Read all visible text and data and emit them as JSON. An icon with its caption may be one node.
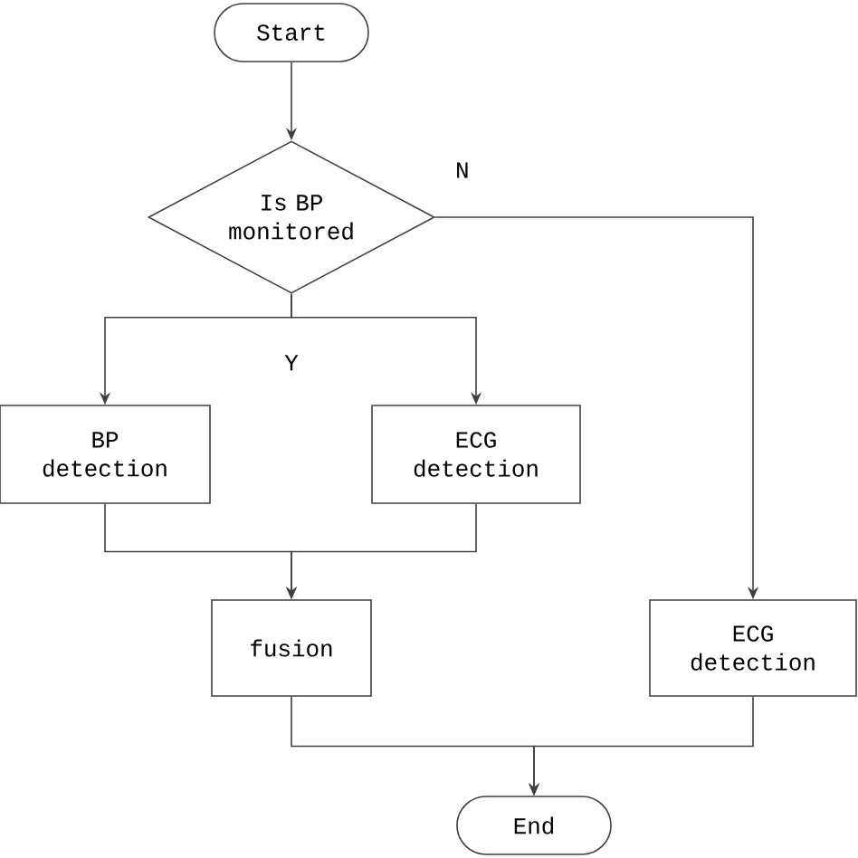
{
  "diagram": {
    "nodes": [
      {
        "text": [
          "Start"
        ]
      },
      {
        "text": [
          "Is BP monitored"
        ]
      },
      {
        "text": [
          "BP detection"
        ]
      },
      {
        "text": [
          "ECG detection"
        ]
      },
      {
        "text": [
          "fusion"
        ]
      },
      {
        "text": [
          "ECG detection"
        ]
      },
      {
        "text": [
          "End"
        ]
      }
    ],
    "edges": [
      {
        "from": 0,
        "to": 1,
        "arrow": "to"
      },
      {
        "from": 1,
        "to": 2,
        "arrow": "to",
        "label": "Y"
      },
      {
        "from": 1,
        "to": 3,
        "arrow": "to"
      },
      {
        "from": 1,
        "to": 5,
        "arrow": "to",
        "label": "N"
      },
      {
        "from": 2,
        "to": 4,
        "arrow": "to"
      },
      {
        "from": 3,
        "to": 4,
        "arrow": "to"
      },
      {
        "from": 4,
        "to": 6,
        "arrow": "to"
      },
      {
        "from": 5,
        "to": 6,
        "arrow": "to"
      }
    ]
  }
}
